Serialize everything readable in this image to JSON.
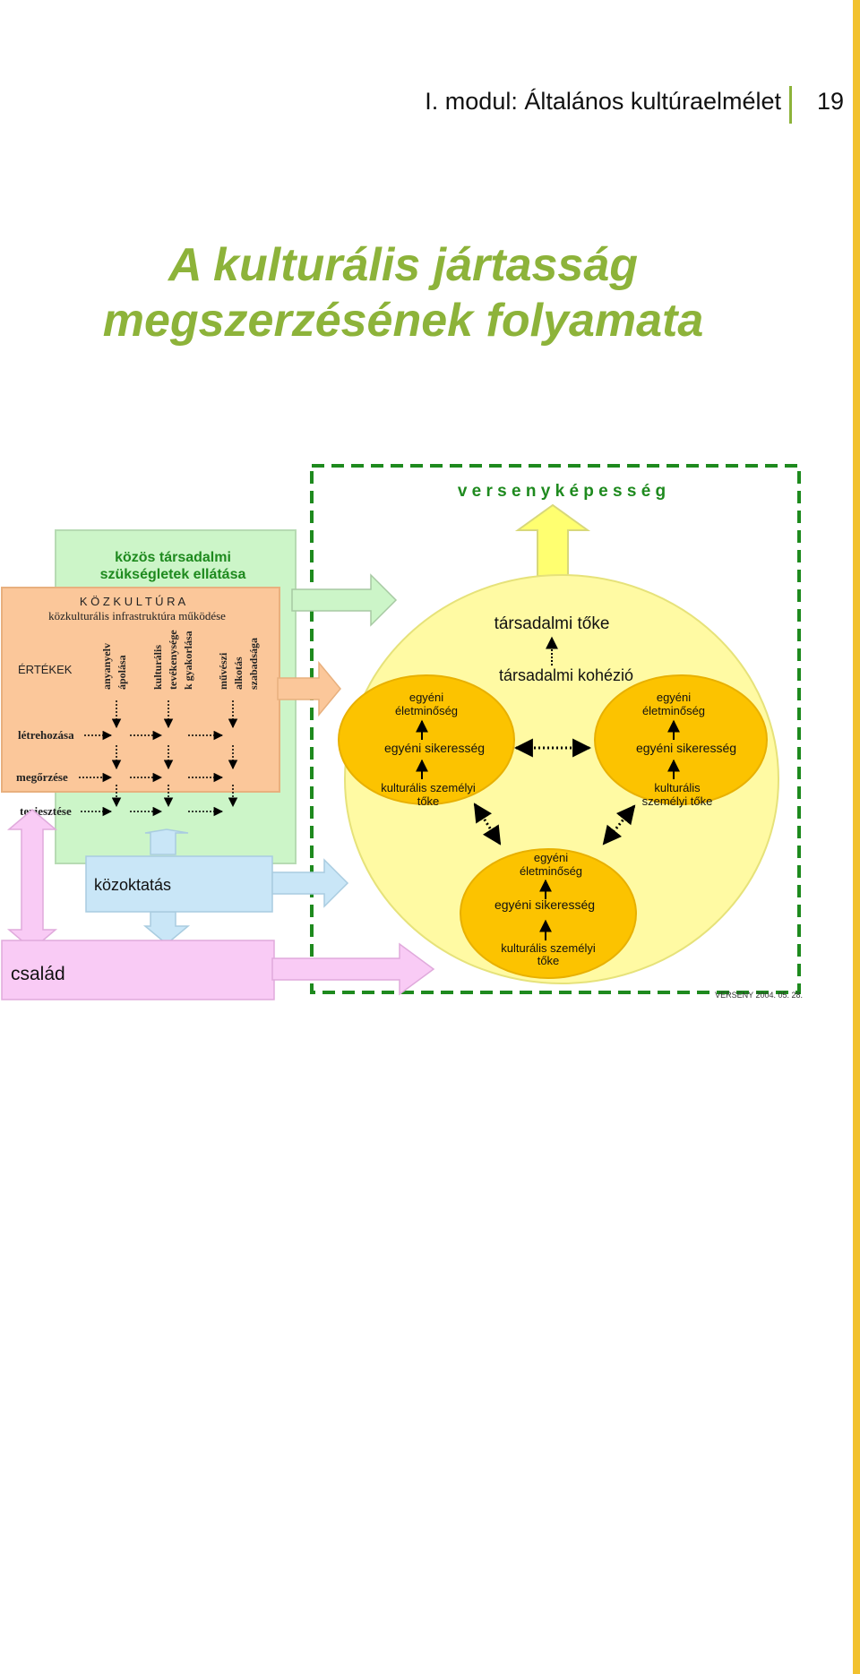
{
  "colors": {
    "accent_yellow": "#f2c12e",
    "title_green": "#8db33a",
    "dark_green": "#1e8a1e",
    "green_box": "#ccf5c8",
    "orange_box": "#fbc79a",
    "blue_box": "#c9e6f7",
    "pink_box": "#f9cbf5",
    "big_circle": "#fffaa3",
    "small_circle": "#fcc300"
  },
  "header": {
    "module_title": "I. modul: Általános kultúraelmélet",
    "page_number": "19"
  },
  "title": {
    "line1": "A kulturális jártasság",
    "line2": "megszerzésének folyamata"
  },
  "diagram": {
    "versenykepesseg": "v e r s e n y k é p e s s é g",
    "kozos_line1": "közös társadalmi",
    "kozos_line2": "szükségletek ellátása",
    "kozkultura_title": "K Ö Z K U L T Ú R A",
    "kozkultura_sub": "közkulturális infrastruktúra működése",
    "ertekek": "ÉRTÉKEK",
    "columns": [
      [
        "anyanyelv",
        "ápolása"
      ],
      [
        "kulturális",
        "tevékenysége",
        "k gyakorlása"
      ],
      [
        "művészi",
        "alkotás",
        "szabadsága"
      ]
    ],
    "rows": [
      "létrehozása",
      "megőrzése",
      "terjesztése"
    ],
    "kozoktatas": "közoktatás",
    "csalad": "család",
    "tarsadalmi_toke": "társadalmi tőke",
    "tarsadalmi_kohezio": "társadalmi kohézió",
    "circle_left": {
      "eletminoseg": [
        "egyéni",
        "életminőség"
      ],
      "sikeresseg": "egyéni sikeresség",
      "toke": [
        "kulturális személyi",
        "tőke"
      ]
    },
    "circle_right": {
      "eletminoseg": [
        "egyéni",
        "életminőség"
      ],
      "sikeresseg": "egyéni sikeresség",
      "toke": [
        "kulturális",
        "személyi tőke"
      ]
    },
    "circle_bottom": {
      "eletminoseg": [
        "egyéni",
        "életminőség"
      ],
      "sikeresseg": "egyéni sikeresség",
      "toke": [
        "kulturális személyi",
        "tőke"
      ]
    },
    "footnote": "VERSENY 2004. 05. 28."
  }
}
